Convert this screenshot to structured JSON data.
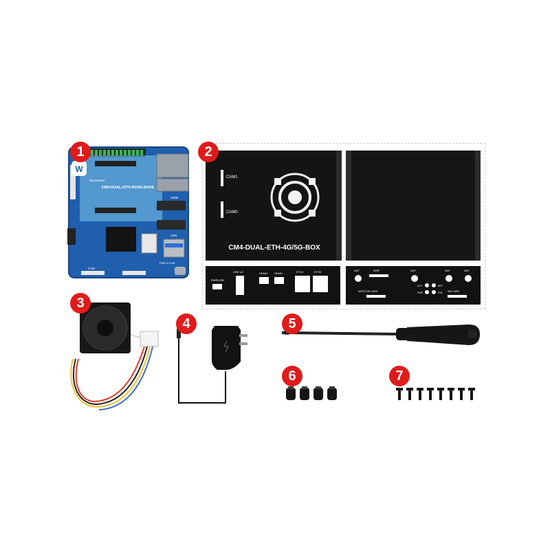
{
  "callouts": [
    "1",
    "2",
    "3",
    "4",
    "5",
    "6",
    "7"
  ],
  "board": {
    "model_label": "CM4-DUAL-ETH-4G/5G-BASE",
    "brand_label": "Waveshare",
    "port_labels": {
      "usb": "USB",
      "hdmi": "HDMI",
      "cam": "CAM",
      "pwr": "PWR & USB"
    }
  },
  "case": {
    "model_label": "CM4-DUAL-ETH-4G/5G-BOX",
    "cam1": "CAM1",
    "cam0": "CAM0",
    "front_panel": {
      "pwr": "PWR/USB",
      "usb": "USB 1/2",
      "hdmi0": "HDMI0",
      "hdmi1": "HDMI1",
      "eth1": "ETH1",
      "eth0": "ETH0"
    },
    "back_panel": {
      "ant_left": "ANT",
      "disp": "DISP",
      "ant_a": "ANT",
      "ant_b": "ANT",
      "ant_c": "ANT",
      "act": "ACT",
      "net": "NET",
      "pwr": "PWR",
      "sta": "STA",
      "micro_sd": "MICRO SD CARD",
      "sim": "SIM CARD"
    }
  }
}
